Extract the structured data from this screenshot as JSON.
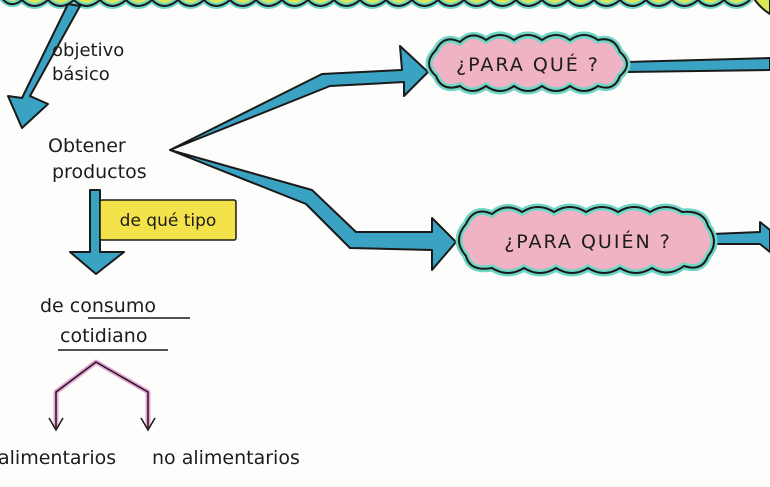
{
  "nodes": {
    "objetivo": [
      "objetivo",
      "básico"
    ],
    "obtener": [
      "Obtener",
      "productos"
    ],
    "tipo_question": "de qué tipo",
    "consumo": [
      "de consumo",
      "cotidiano"
    ],
    "alimentarios": "alimentarios",
    "no_alimentarios": "no alimentarios",
    "para_que": "¿PARA QUÉ ?",
    "para_quien": "¿PARA QUIÉN ?"
  },
  "colors": {
    "arrow_fill": "#3aa3c4",
    "arrow_stroke": "#1a1a1a",
    "cloud_fill": "#efb3c3",
    "cloud_halo": "#6fd6c6",
    "top_cloud_fill": "#d8e65a",
    "highlight_yellow": "#f3e24a",
    "pink_line": "#e9a3d8"
  }
}
